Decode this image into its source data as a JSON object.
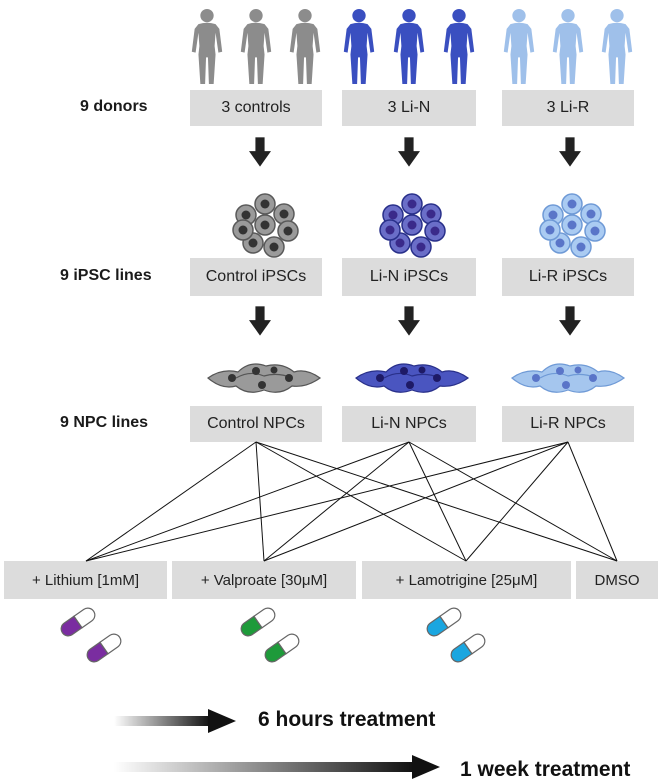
{
  "rows": {
    "donors_label": "9 donors",
    "ipsc_label": "9 iPSC lines",
    "npc_label": "9 NPC lines"
  },
  "groups": [
    {
      "key": "control",
      "donor_box": "3 controls",
      "ipsc_box": "Control iPSCs",
      "npc_box": "Control NPCs",
      "color": "#8c8c8c",
      "dark": "#5a5a5a",
      "nucleus": "#333333"
    },
    {
      "key": "lin",
      "donor_box": "3 Li-N",
      "ipsc_box": "Li-N iPSCs",
      "npc_box": "Li-N NPCs",
      "color": "#3a4fc0",
      "dark": "#29308a",
      "nucleus": "#3a2a8a"
    },
    {
      "key": "lir",
      "donor_box": "3 Li-R",
      "ipsc_box": "Li-R iPSCs",
      "npc_box": "Li-R NPCs",
      "color": "#9fc0ea",
      "dark": "#6f9ad6",
      "nucleus": "#4a55b0"
    }
  ],
  "treatments": [
    {
      "label": "+ Lithium [1mM]",
      "capsule_color": "#7a2da0"
    },
    {
      "label": "+ Valproate [30μM]",
      "capsule_color": "#1e9a3a"
    },
    {
      "label": "+ Lamotrigine [25μM]",
      "capsule_color": "#1aa6e0"
    },
    {
      "label": "DMSO"
    }
  ],
  "durations": {
    "short": "6 hours treatment",
    "long": "1 week treatment"
  },
  "icons": {
    "person": "person-silhouette-icon",
    "arrow": "down-arrow-icon",
    "ipsc": "ipsc-cluster-icon",
    "npc": "npc-cluster-icon",
    "capsule": "capsule-icon"
  }
}
